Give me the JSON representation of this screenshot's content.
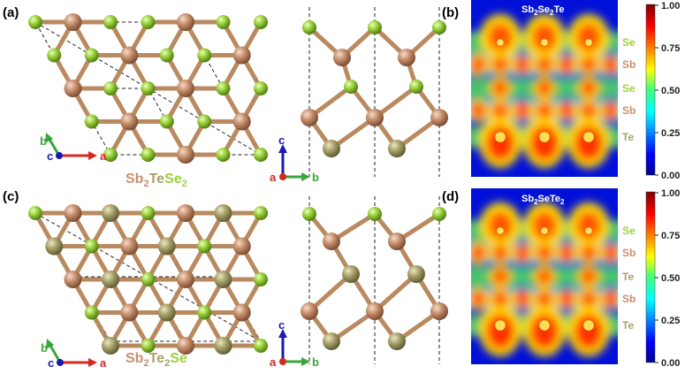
{
  "panels": {
    "a": {
      "label": "(a)",
      "formula": [
        "Sb",
        "2",
        "Te",
        "Se",
        "2"
      ]
    },
    "b": {
      "label": "(b)",
      "title": [
        "Sb",
        "2",
        "Se",
        "2",
        "Te"
      ],
      "layers": [
        "Se",
        "Sb",
        "Se",
        "Sb",
        "Te"
      ]
    },
    "c": {
      "label": "(c)",
      "formula": [
        "Sb",
        "2",
        "Te",
        "2",
        "Se"
      ]
    },
    "d": {
      "label": "(d)",
      "title": [
        "Sb",
        "2",
        "SeTe",
        "2",
        ""
      ],
      "layers": [
        "Se",
        "Sb",
        "Te",
        "Sb",
        "Te"
      ]
    }
  },
  "axes": {
    "top_view": {
      "x": "a",
      "y": "b",
      "z": "c"
    },
    "side_view": {
      "x": "b",
      "y": "c",
      "z": "a"
    }
  },
  "colorbar": {
    "ticks": [
      "1.00",
      "0.75",
      "0.50",
      "0.25",
      "0.00"
    ]
  },
  "colors": {
    "Se": "#9bd23c",
    "Sb": "#c8906e",
    "Te": "#a9a26a",
    "axis_a": "#d42a1e",
    "axis_b": "#3aa63a",
    "axis_c": "#1b1bb0"
  }
}
